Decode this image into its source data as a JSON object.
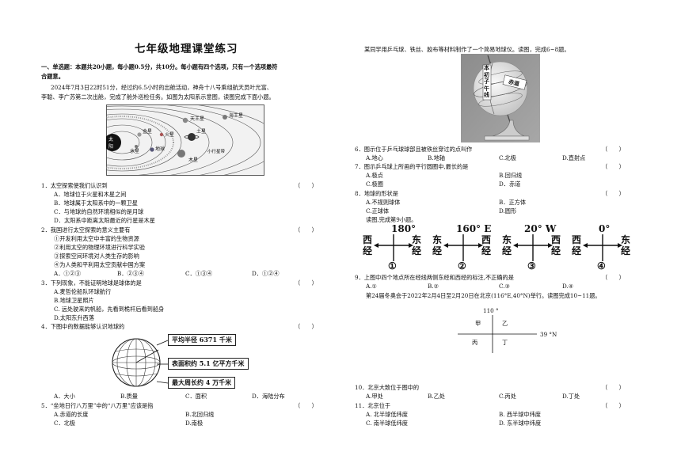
{
  "title": "七年级地理课堂练习",
  "section1": {
    "heading_line1": "一、单选题：本题共20小题，每小题0.5分，共10分。每小题有四个选项，只有一个选项最符",
    "heading_line2": "合题意。",
    "intro_line1": "2024年7月3日22时51分，经过约6.5小时的出舱活动，神舟十八号乘组航天员叶光富、",
    "intro_line2": "李聪、李广苏第二次出舱，完成了舱外巡检任务。如图为太阳系示意图，读图完成下面小题。"
  },
  "solar_fig": {
    "labels": [
      "天王星",
      "海王星",
      "土星",
      "金星",
      "火星",
      "太阳",
      "水星",
      "地球",
      "木星",
      "小行星带"
    ]
  },
  "q1": {
    "stem": "1．太空探索使我们认识到",
    "paren": "（　　）",
    "options": [
      "A．地球位于火星和木星之间",
      "B．地球属于太阳系中的一颗卫星",
      "C．与地球的自然环境相似的是月球",
      "D．太阳系中距离太阳最近的行星是木星"
    ]
  },
  "q2": {
    "stem": "2．我国进行太空探索的意义主要有",
    "paren": "（　　）",
    "items": [
      "①开发利用太空中丰富的生物资源",
      "②利用太空的物理环境进行科学实验",
      "③探索空间环境对人类生存的影响",
      "④为人类和平利用太空贡献中国方案"
    ],
    "options": [
      "A．①②③",
      "B．②③④",
      "C．①③④",
      "D．①②④"
    ]
  },
  "q3": {
    "stem": "3．下列现象，不能证明地球是球体的是",
    "paren": "（　　）",
    "options": [
      "A.麦哲伦船队环球航行",
      "B.地球卫星照片",
      "C. 远处驶来的帆船，先看到桅杆后看到船身",
      "D.太阳东升西落"
    ]
  },
  "q4": {
    "stem": "4．下图中的数据能够认识地球的",
    "paren": "（　　）",
    "boxes": [
      "平均半径 6371 千米",
      "表面积约 5.1 亿平方千米",
      "最大周长约 4 万千米"
    ],
    "options": [
      "A．大小",
      "B.质量",
      "C．面积",
      "D．海陆分布"
    ]
  },
  "q5": {
    "stem": "5．“坐地日行八万里”中的“八万里”应该是指",
    "paren": "（　　）",
    "options": [
      "A.赤道的长度",
      "B.北回归线",
      "C．北极",
      "D.南极"
    ]
  },
  "right_intro": "某同学用乒乓球、铁丝、胶布等材料制作了一个简易地球仪。读图，完成6~8题。",
  "globe_labels": {
    "meridian": "本初子午线",
    "equator": "赤道"
  },
  "q6": {
    "stem": "6．图示位于乒乓球球部且被铁丝穿过的点叫作",
    "paren": "（　　）",
    "options": [
      "A.地心",
      "B.地轴",
      "C.北极",
      "D.直射点"
    ]
  },
  "q7": {
    "stem": "7．图示乒乓球上所画的平行圆圈中,最长的是",
    "paren": "（　　）",
    "options": [
      "A.极点",
      "B.回归线",
      "C.极圈",
      "D．赤道"
    ]
  },
  "q8": {
    "stem": "8．地球的形状是",
    "paren": "（　　）",
    "options": [
      "A.不规则球体",
      "B．正方体",
      "C.正球体",
      "D.圆形"
    ]
  },
  "q9_intro": "读图,完成第9小题。",
  "lon_fig": [
    {
      "deg": "180°",
      "left": "西",
      "right": "东",
      "under_left": "经",
      "under_right": "经",
      "num": "①"
    },
    {
      "deg": "160° E",
      "left": "东",
      "right": "西",
      "under_left": "经",
      "under_right": "经",
      "num": "②"
    },
    {
      "deg": "20° W",
      "left": "东",
      "right": "西",
      "under_left": "经",
      "under_right": "经",
      "num": "③"
    },
    {
      "deg": "0°",
      "left": "西",
      "right": "东",
      "under_left": "经",
      "under_right": "经",
      "num": "④"
    }
  ],
  "q9": {
    "stem": "9．上图中四个地点所在经线两侧东经和西经的标注,不正确的是",
    "paren": "（　　）",
    "options": [
      "A.①",
      "B.②",
      "C.③",
      "D.④"
    ]
  },
  "q10_intro": "第24届冬奥会于2022年2月4日至2月20日在北京(116°E,40°N)举行。读图完成10~11题。",
  "grid_fig": {
    "lon": "110 °",
    "lat": "39 °N",
    "cells": [
      "甲",
      "乙",
      "丙",
      "丁"
    ]
  },
  "q10": {
    "stem": "10．北京大致位于图中的",
    "paren": "（　　）",
    "options": [
      "A.甲处",
      "B.乙处",
      "C.丙处",
      "D.丁处"
    ]
  },
  "q11": {
    "stem": "11．北京位于",
    "paren": "（　　）",
    "options": [
      "A. 北半球低纬度",
      "B. 西半球中纬度",
      "C. 南半球低纬度",
      "D. 东半球中纬度"
    ]
  }
}
